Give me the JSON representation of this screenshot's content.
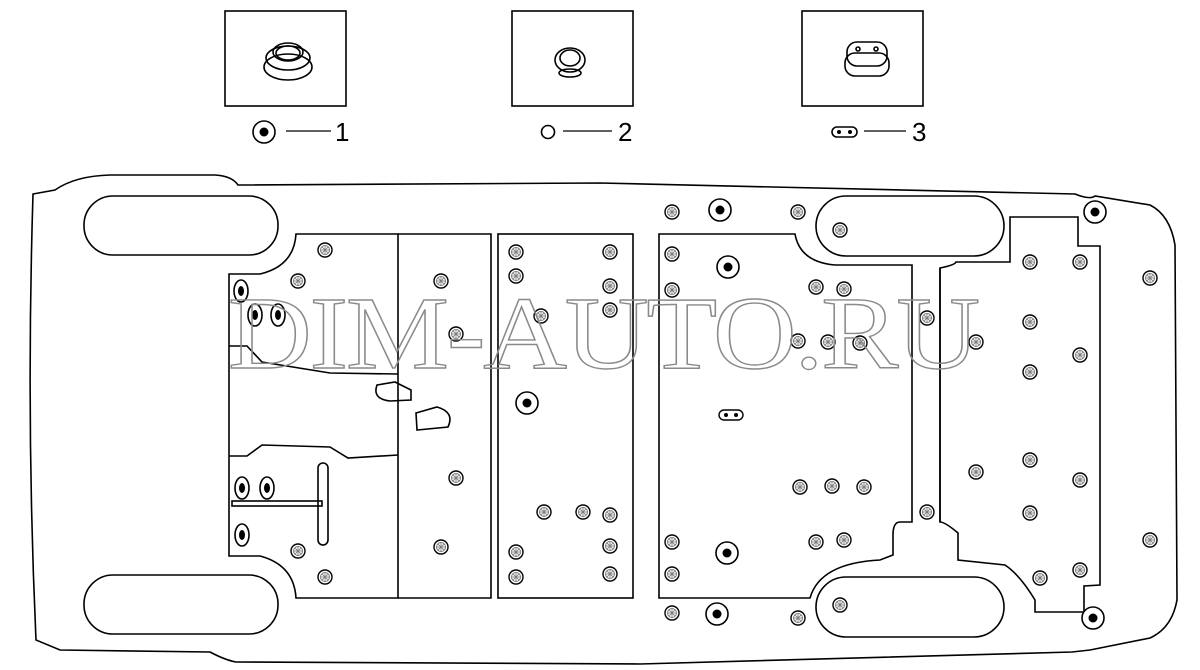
{
  "legend": [
    {
      "number": "1",
      "part": "large-grommet"
    },
    {
      "number": "2",
      "part": "small-rosette-plug"
    },
    {
      "number": "3",
      "part": "oval-twin-hole-plug"
    }
  ],
  "watermark": "DIM-AUTO.RU"
}
